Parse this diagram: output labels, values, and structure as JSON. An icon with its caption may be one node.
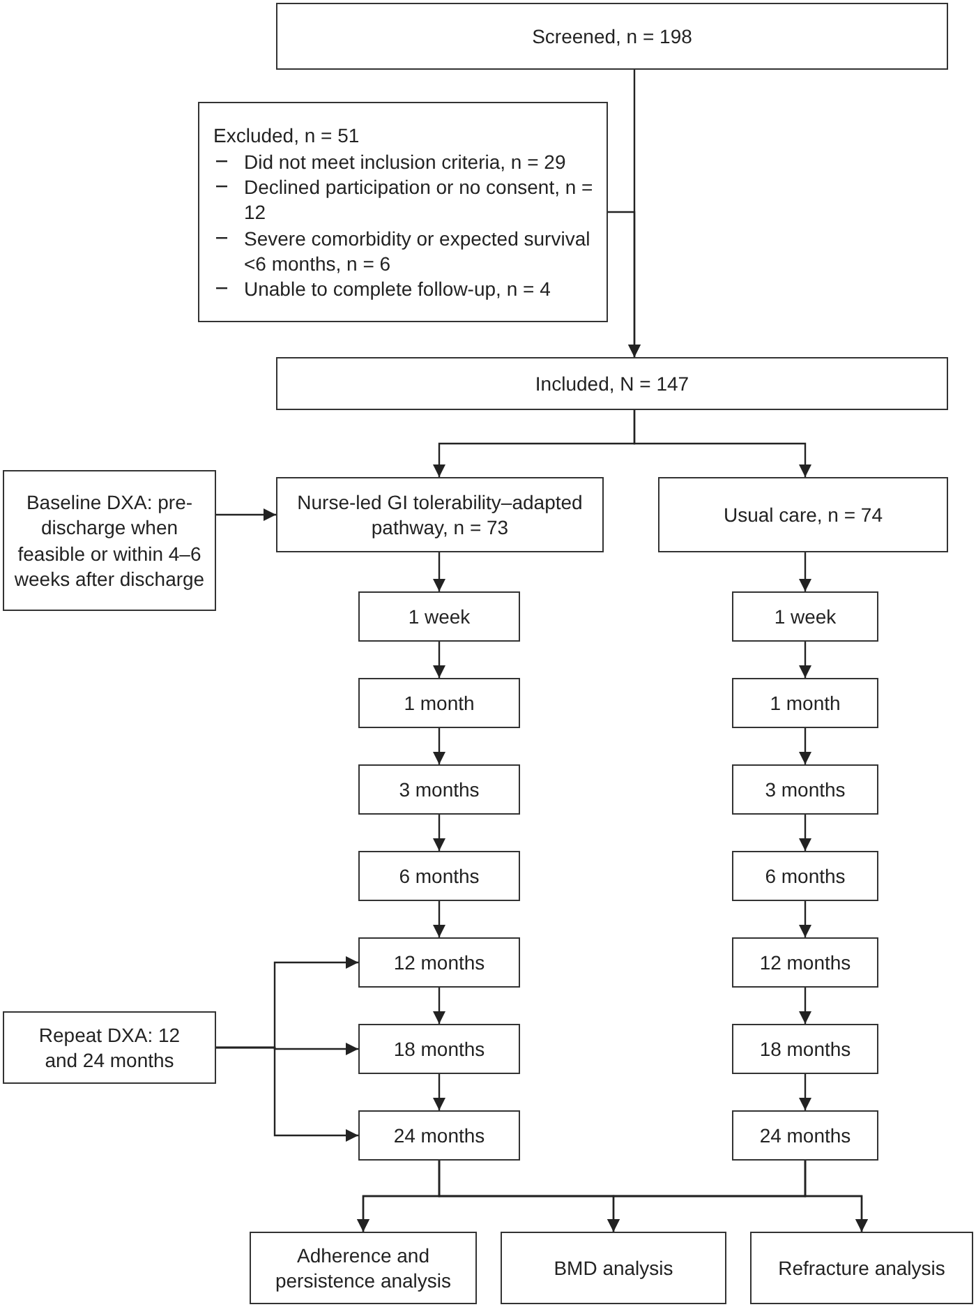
{
  "diagram": {
    "nodes": [
      {
        "text": [
          "Screened, n = 198"
        ]
      },
      {
        "text": [
          "Excluded, n = 51",
          "Did not meet inclusion criteria, n = 29",
          "Declined participation or no consent, n = 12",
          "Severe comorbidity or expected survival <6 months, n = 6",
          "Unable to complete follow-up, n = 4"
        ]
      },
      {
        "text": [
          "Included, N = 147"
        ]
      },
      {
        "text": [
          "Baseline DXA: pre-discharge when feasible or within 4–6 weeks after discharge"
        ]
      },
      {
        "text": [
          "Nurse-led GI tolerability–adapted pathway, n = 73"
        ]
      },
      {
        "text": [
          "Usual care, n = 74"
        ]
      },
      {
        "text": [
          "1 week"
        ]
      },
      {
        "text": [
          "1 month"
        ]
      },
      {
        "text": [
          "3 months"
        ]
      },
      {
        "text": [
          "6 months"
        ]
      },
      {
        "text": [
          "12 months"
        ]
      },
      {
        "text": [
          "18 months"
        ]
      },
      {
        "text": [
          "24 months"
        ]
      },
      {
        "text": [
          "1 week"
        ]
      },
      {
        "text": [
          "1 month"
        ]
      },
      {
        "text": [
          "3 months"
        ]
      },
      {
        "text": [
          "6 months"
        ]
      },
      {
        "text": [
          "12 months"
        ]
      },
      {
        "text": [
          "18 months"
        ]
      },
      {
        "text": [
          "24 months"
        ]
      },
      {
        "text": [
          "Repeat DXA: 12 and 24 months"
        ]
      },
      {
        "text": [
          "Adherence and persistence analysis"
        ]
      },
      {
        "text": [
          "BMD analysis"
        ]
      },
      {
        "text": [
          "Refracture analysis"
        ]
      }
    ],
    "edges": [
      {
        "from": 0,
        "to": 2,
        "arrow": "to"
      },
      {
        "from": 1,
        "to": 2,
        "arrow": "to"
      },
      {
        "from": 2,
        "to": 4,
        "arrow": "to"
      },
      {
        "from": 2,
        "to": 5,
        "arrow": "to"
      },
      {
        "from": 3,
        "to": 4,
        "arrow": "to"
      },
      {
        "from": 4,
        "to": 6,
        "arrow": "to"
      },
      {
        "from": 6,
        "to": 7,
        "arrow": "to"
      },
      {
        "from": 7,
        "to": 8,
        "arrow": "to"
      },
      {
        "from": 8,
        "to": 9,
        "arrow": "to"
      },
      {
        "from": 9,
        "to": 10,
        "arrow": "to"
      },
      {
        "from": 10,
        "to": 11,
        "arrow": "to"
      },
      {
        "from": 11,
        "to": 12,
        "arrow": "to"
      },
      {
        "from": 5,
        "to": 13,
        "arrow": "to"
      },
      {
        "from": 13,
        "to": 14,
        "arrow": "to"
      },
      {
        "from": 14,
        "to": 15,
        "arrow": "to"
      },
      {
        "from": 15,
        "to": 16,
        "arrow": "to"
      },
      {
        "from": 16,
        "to": 17,
        "arrow": "to"
      },
      {
        "from": 17,
        "to": 18,
        "arrow": "to"
      },
      {
        "from": 18,
        "to": 19,
        "arrow": "to"
      },
      {
        "from": 20,
        "to": 10,
        "arrow": "to"
      },
      {
        "from": 20,
        "to": 11,
        "arrow": "to"
      },
      {
        "from": 20,
        "to": 12,
        "arrow": "to"
      },
      {
        "from": 12,
        "to": 21,
        "arrow": "to"
      },
      {
        "from": 12,
        "to": 22,
        "arrow": "to"
      },
      {
        "from": 12,
        "to": 23,
        "arrow": "to"
      },
      {
        "from": 19,
        "to": 21,
        "arrow": "to"
      },
      {
        "from": 19,
        "to": 22,
        "arrow": "to"
      },
      {
        "from": 19,
        "to": 23,
        "arrow": "to"
      }
    ]
  }
}
